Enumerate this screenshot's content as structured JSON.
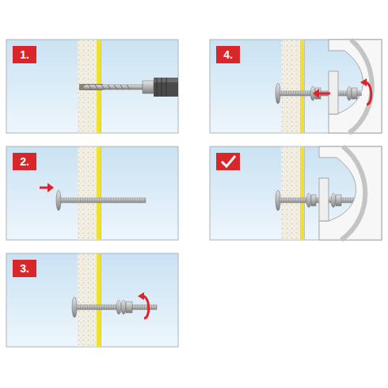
{
  "diagram": {
    "labels": [
      "1.",
      "4.",
      "2.",
      "3."
    ]
  }
}
